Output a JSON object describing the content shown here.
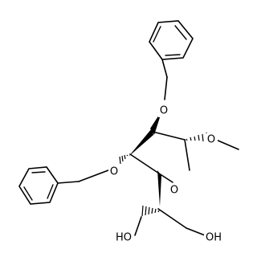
{
  "structure": {
    "atoms": {
      "ring_oxygen": "O",
      "methoxy_oxygen": "O",
      "benzyloxy_top_oxygen": "O",
      "benzyloxy_left_oxygen": "O",
      "hydroxyl_left": "HO",
      "hydroxyl_right": "OH"
    }
  }
}
